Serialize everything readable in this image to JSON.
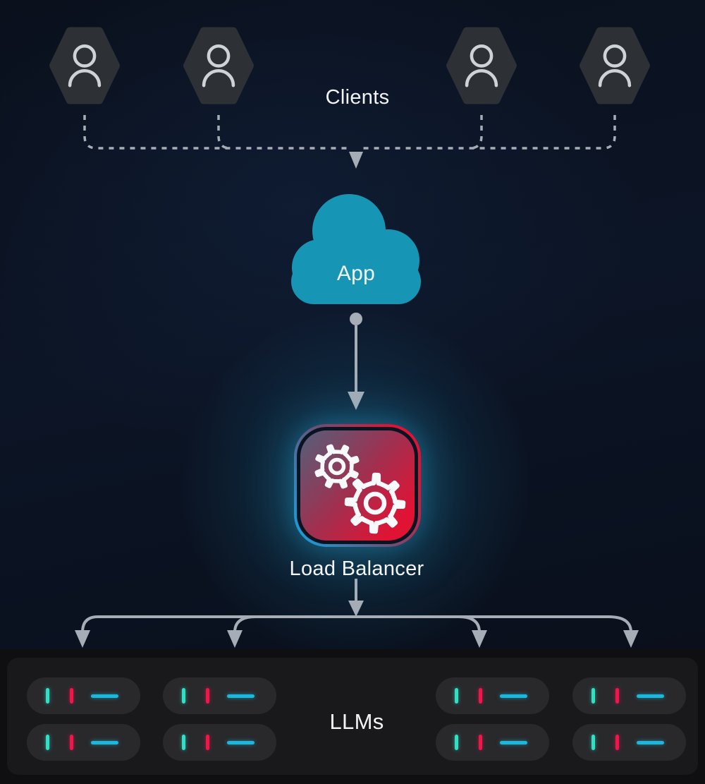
{
  "diagram": {
    "nodes": {
      "clients": {
        "label": "Clients",
        "count": 4,
        "icon": "user-hexagon"
      },
      "app": {
        "label": "App",
        "icon": "cloud"
      },
      "load_balancer": {
        "label": "Load Balancer",
        "icon": "gears"
      },
      "llms": {
        "label": "LLMs",
        "count": 8,
        "icon": "server-pill"
      }
    },
    "edges": [
      {
        "from": "clients",
        "to": "app",
        "style": "dashed",
        "arrow": "down"
      },
      {
        "from": "app",
        "to": "load_balancer",
        "style": "solid",
        "arrow": "down"
      },
      {
        "from": "load_balancer",
        "to": "llms",
        "style": "solid",
        "branches": 4
      }
    ],
    "colors": {
      "background": "#0b1322",
      "text": "#f2f4f6",
      "line": "#a6adb6",
      "hexagon": "#2d3034",
      "person": "#ced3d8",
      "cloud": "#1795b5",
      "lb_blue": "#1e98d2",
      "lb_red": "#e11334",
      "lb_slate": "#53607b",
      "footer_strip": "#0f0f12",
      "panel": "#19191c",
      "pill": "#29292c",
      "bar_teal": "#2fe0c4",
      "bar_red": "#f0154a",
      "bar_cyan": "#1cb8dc"
    }
  }
}
